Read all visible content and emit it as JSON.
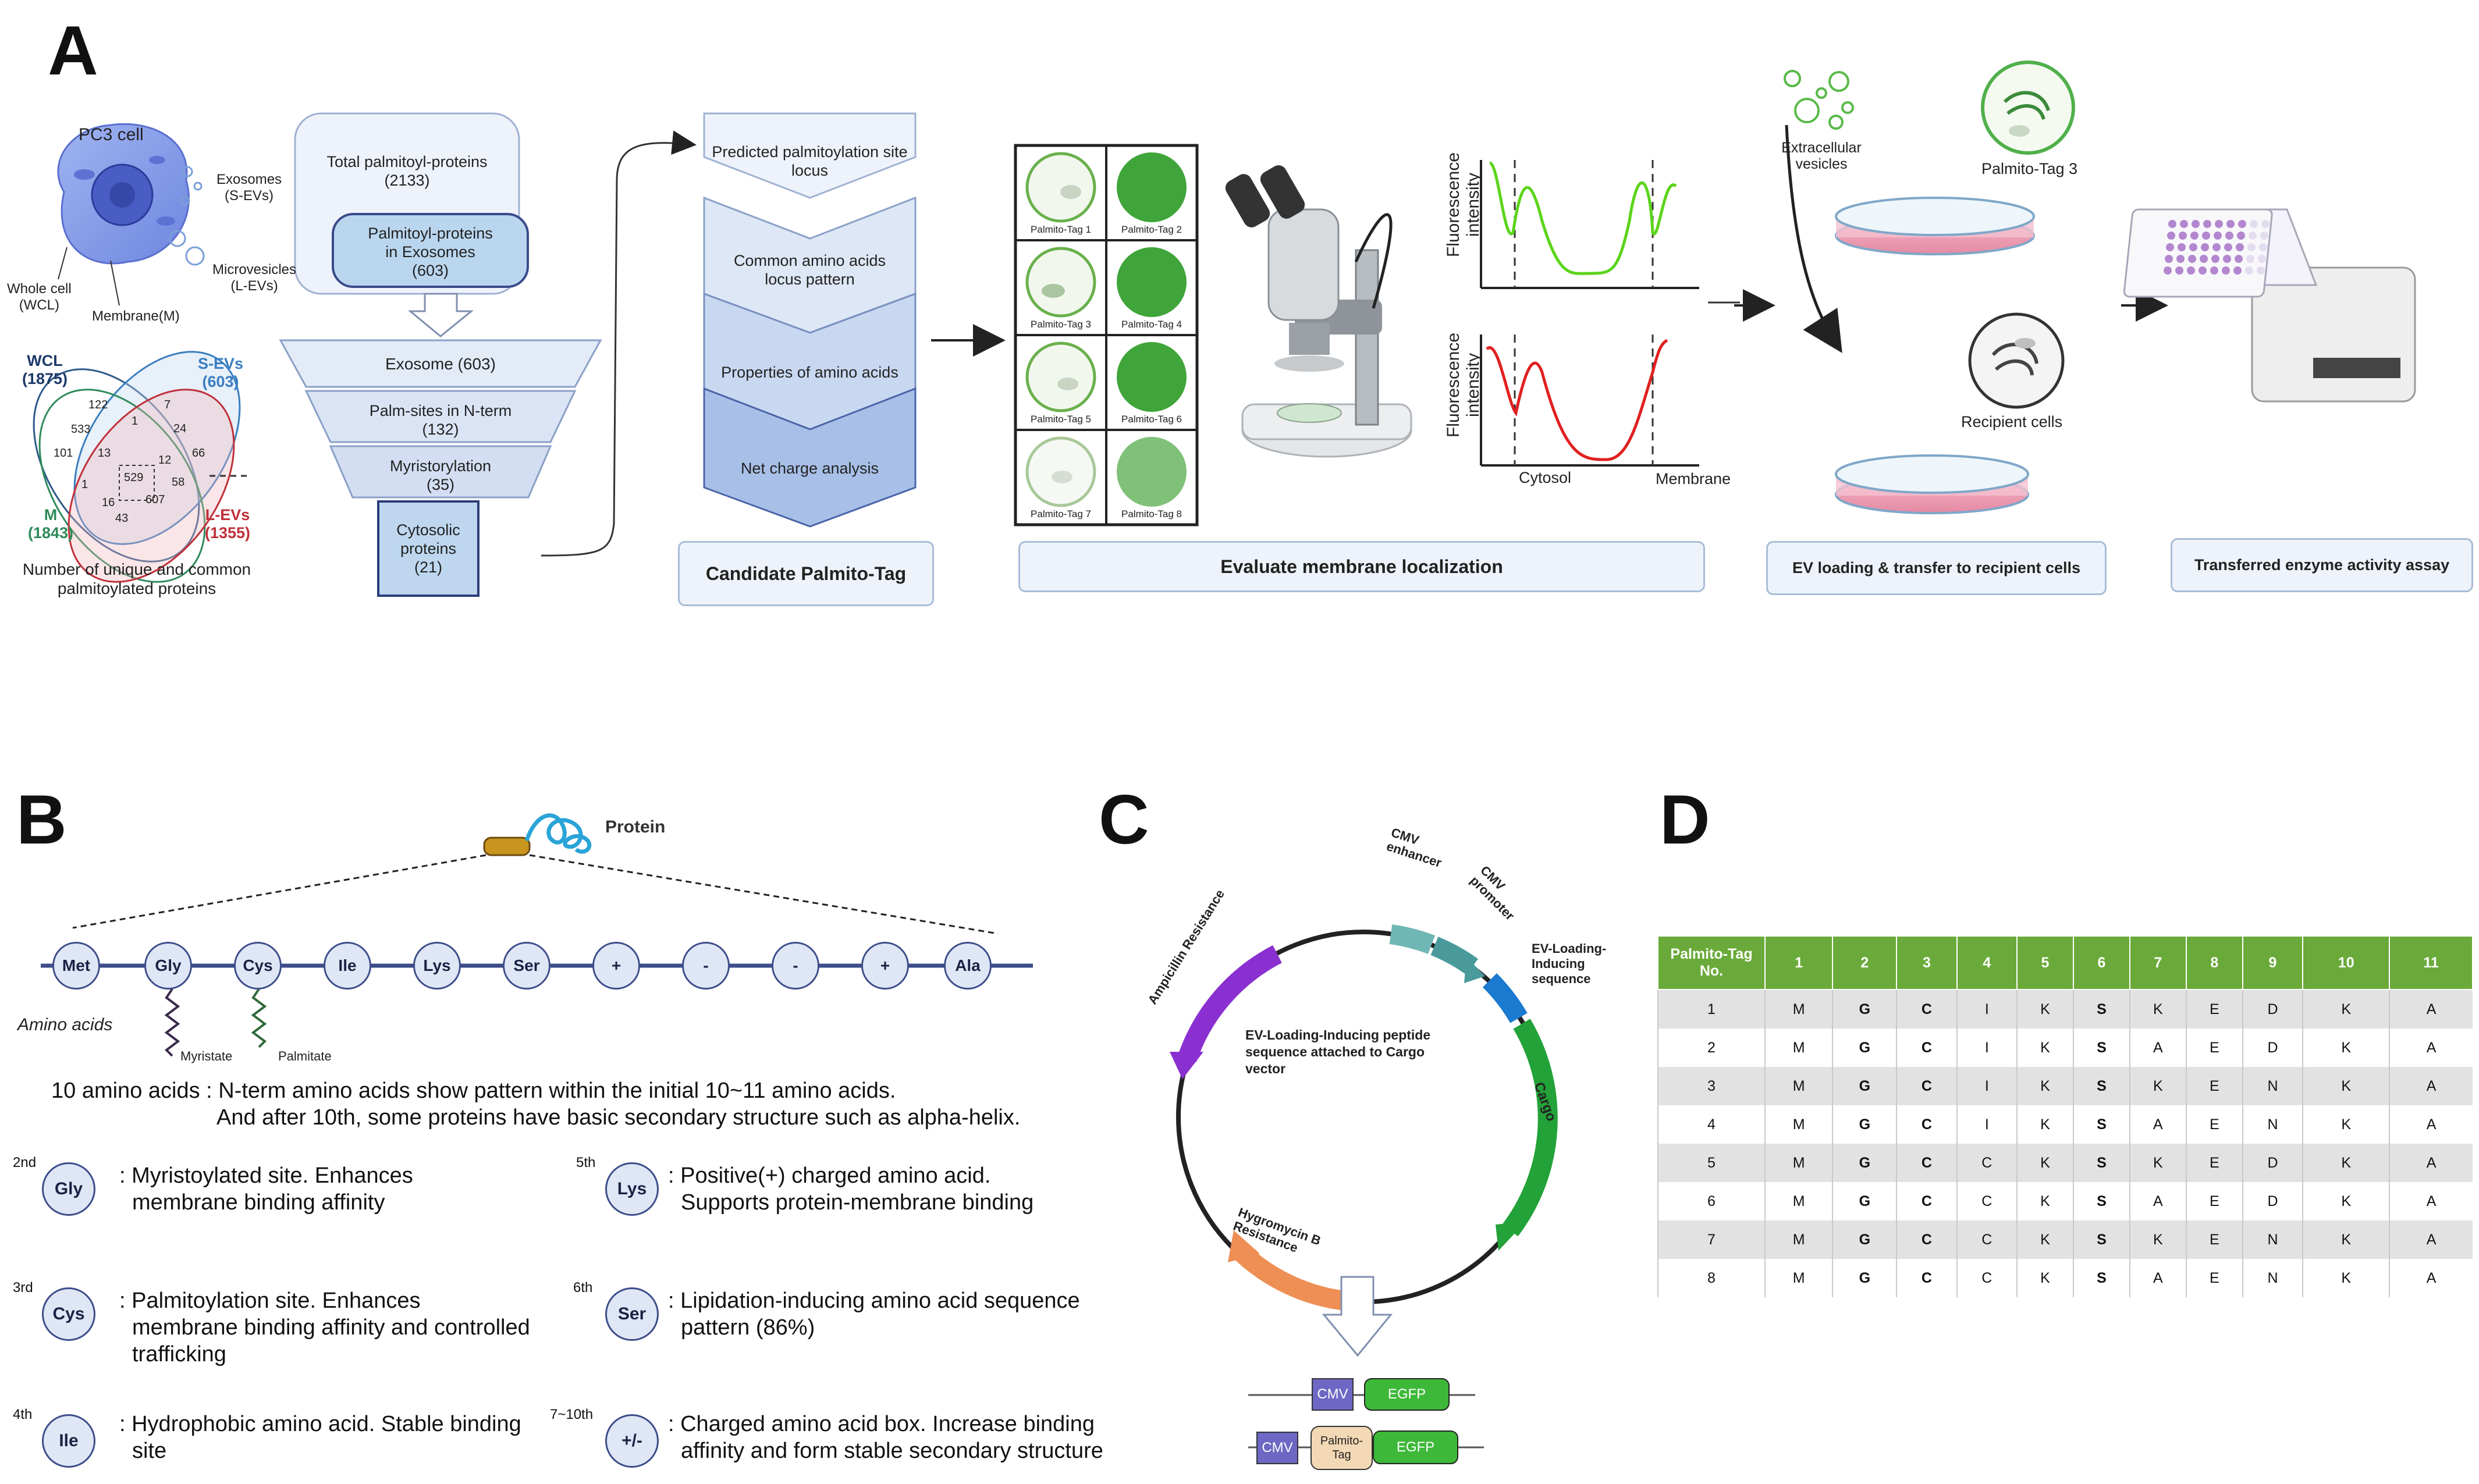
{
  "panels": {
    "a": "A",
    "b": "B",
    "c": "C",
    "d": "D"
  },
  "a": {
    "pc3_cell": "PC3 cell",
    "exosomes": "Exosomes",
    "sevs": "(S-EVs)",
    "microvesicles": "Microvesicles",
    "levs": "(L-EVs)",
    "whole_cell": "Whole cell",
    "wcl": "(WCL)",
    "membrane": "Membrane(M)",
    "venn": {
      "wcl_label": "WCL",
      "wcl_count": "(1875)",
      "sevs_label": "S-EVs",
      "sevs_count": "(603)",
      "m_label": "M",
      "m_count": "(1843)",
      "levs_label": "L-EVs",
      "levs_count": "(1355)",
      "regions": [
        "122",
        "7",
        "533",
        "1",
        "24",
        "101",
        "13",
        "66",
        "529",
        "12",
        "58",
        "1",
        "16",
        "607",
        "43"
      ]
    },
    "venn_caption_1": "Number of unique and common",
    "venn_caption_2": "palmitoylated proteins",
    "total_1": "Total palmitoyl-proteins",
    "total_2": "(2133)",
    "exo_inner_1": "Palmitoyl-proteins",
    "exo_inner_2": "in Exosomes",
    "exo_inner_3": "(603)",
    "funnel": {
      "f1": "Exosome (603)",
      "f2a": "Palm-sites in N-term",
      "f2b": "(132)",
      "f3a": "Myristorylation",
      "f3b": "(35)",
      "f4a": "Cytosolic",
      "f4b": "proteins",
      "f4c": "(21)"
    },
    "chevrons": {
      "c1a": "Predicted palmitoylation site",
      "c1b": "locus",
      "c2a": "Common amino acids",
      "c2b": "locus pattern",
      "c3": "Properties of amino acids",
      "c4": "Net charge analysis"
    },
    "candidate": "Candidate Palmito-Tag",
    "tags": [
      "Palmito-Tag 1",
      "Palmito-Tag 2",
      "Palmito-Tag 3",
      "Palmito-Tag 4",
      "Palmito-Tag 5",
      "Palmito-Tag 6",
      "Palmito-Tag 7",
      "Palmito-Tag 8"
    ],
    "fluor_1": "Fluorescence",
    "fluor_2": "intensity",
    "cytosol": "Cytosol",
    "membrane_axis": "Membrane",
    "evaluate": "Evaluate membrane localization",
    "ev_1": "Extracellular",
    "ev_2": "vesicles",
    "palmito3": "Palmito-Tag 3",
    "recipient": "Recipient cells",
    "ev_loading": "EV loading & transfer to recipient cells",
    "enzyme": "Transferred enzyme activity assay"
  },
  "b": {
    "protein": "Protein",
    "chain": [
      "Met",
      "Gly",
      "Cys",
      "Ile",
      "Lys",
      "Ser",
      "+",
      "-",
      "-",
      "+",
      "Ala"
    ],
    "amino_acids": "Amino acids",
    "myristate": "Myristate",
    "palmitate": "Palmitate",
    "note_1": "10 amino acids : N-term amino acids show pattern within the initial 10~11 amino acids.",
    "note_2": "And after 10th, some proteins have basic secondary structure such as alpha-helix.",
    "items": [
      {
        "sup": "2nd",
        "aa": "Gly",
        "l1": ": Myristoylated site. Enhances",
        "l2": "membrane binding affinity",
        "l3": ""
      },
      {
        "sup": "3rd",
        "aa": "Cys",
        "l1": ": Palmitoylation site. Enhances",
        "l2": "membrane binding affinity and controlled",
        "l3": "trafficking"
      },
      {
        "sup": "4th",
        "aa": "Ile",
        "l1": ": Hydrophobic amino acid. Stable binding",
        "l2": "site",
        "l3": ""
      },
      {
        "sup": "5th",
        "aa": "Lys",
        "l1": ": Positive(+) charged amino acid.",
        "l2": "Supports protein-membrane binding",
        "l3": ""
      },
      {
        "sup": "6th",
        "aa": "Ser",
        "l1": ": Lipidation-inducing amino acid sequence",
        "l2": "pattern (86%)",
        "l3": ""
      },
      {
        "sup": "7~10th",
        "aa": "+/-",
        "l1": ": Charged amino acid box. Increase binding",
        "l2": "affinity and form stable secondary structure",
        "l3": ""
      }
    ]
  },
  "c": {
    "cmv_enh_1": "CMV",
    "cmv_enh_2": "enhancer",
    "cmv_pro_1": "CMV",
    "cmv_pro_2": "promoter",
    "ev_seq_1": "EV-Loading-",
    "ev_seq_2": "Inducing",
    "ev_seq_3": "sequence",
    "cargo": "Cargo",
    "hyg_1": "Hygromycin B",
    "hyg_2": "Resistance",
    "amp": "Ampicillin Resistance",
    "center_1": "EV-Loading-Inducing peptide",
    "center_2": "sequence attached to Cargo",
    "center_3": "vector",
    "cmv": "CMV",
    "egfp": "EGFP",
    "palmito_1": "Palmito-",
    "palmito_2": "Tag"
  },
  "d": {
    "header_1": "Palmito-Tag",
    "header_2": "No.",
    "cols": [
      "1",
      "2",
      "3",
      "4",
      "5",
      "6",
      "7",
      "8",
      "9",
      "10",
      "11"
    ],
    "rows": [
      [
        "1",
        "M",
        "G",
        "C",
        "I",
        "K",
        "S",
        "K",
        "E",
        "D",
        "K",
        "A"
      ],
      [
        "2",
        "M",
        "G",
        "C",
        "I",
        "K",
        "S",
        "A",
        "E",
        "D",
        "K",
        "A"
      ],
      [
        "3",
        "M",
        "G",
        "C",
        "I",
        "K",
        "S",
        "K",
        "E",
        "N",
        "K",
        "A"
      ],
      [
        "4",
        "M",
        "G",
        "C",
        "I",
        "K",
        "S",
        "A",
        "E",
        "N",
        "K",
        "A"
      ],
      [
        "5",
        "M",
        "G",
        "C",
        "C",
        "K",
        "S",
        "K",
        "E",
        "D",
        "K",
        "A"
      ],
      [
        "6",
        "M",
        "G",
        "C",
        "C",
        "K",
        "S",
        "A",
        "E",
        "D",
        "K",
        "A"
      ],
      [
        "7",
        "M",
        "G",
        "C",
        "C",
        "K",
        "S",
        "K",
        "E",
        "N",
        "K",
        "A"
      ],
      [
        "8",
        "M",
        "G",
        "C",
        "C",
        "K",
        "S",
        "A",
        "E",
        "N",
        "K",
        "A"
      ]
    ]
  }
}
